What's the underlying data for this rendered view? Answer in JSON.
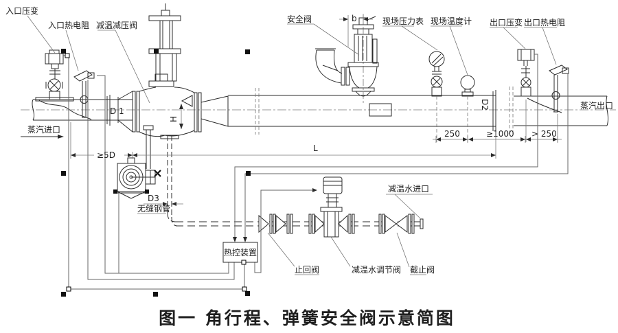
{
  "diagram": {
    "caption": "图一  角行程、弹簧安全阀示意简图",
    "labels": {
      "inlet_pressure_transmitter": "入口压变",
      "inlet_rtd": "入口热电阻",
      "pressure_reducing_valve": "减温减压阀",
      "safety_valve": "安全阀",
      "field_pressure_gauge": "现场压力表",
      "field_thermometer": "现场温度计",
      "outlet_pressure_transmitter": "出口压变",
      "outlet_rtd": "出口热电阻",
      "steam_inlet": "蒸汽进口",
      "steam_outlet": "蒸汽出口",
      "thermal_control_unit": "热控装置",
      "check_valve": "止回阀",
      "water_control_valve": "减温水调节阀",
      "stop_valve": "截止阀",
      "water_inlet": "减温水进口",
      "seamless_steel_pipe": "无缝钢管"
    },
    "dims": {
      "d1": "D 1",
      "d2": "D2",
      "d3": "D3",
      "h": "H",
      "b": "b",
      "l": "L",
      "min_5d": "≥5D",
      "dim_250": "250",
      "dim_min_1000": "≥1000",
      "dim_gt_250": "> 250"
    },
    "appearance": {
      "background": "#ffffff",
      "line_color": "#2b2b2b",
      "wire_color": "#666666",
      "selection_handle_color": "#111111"
    }
  }
}
